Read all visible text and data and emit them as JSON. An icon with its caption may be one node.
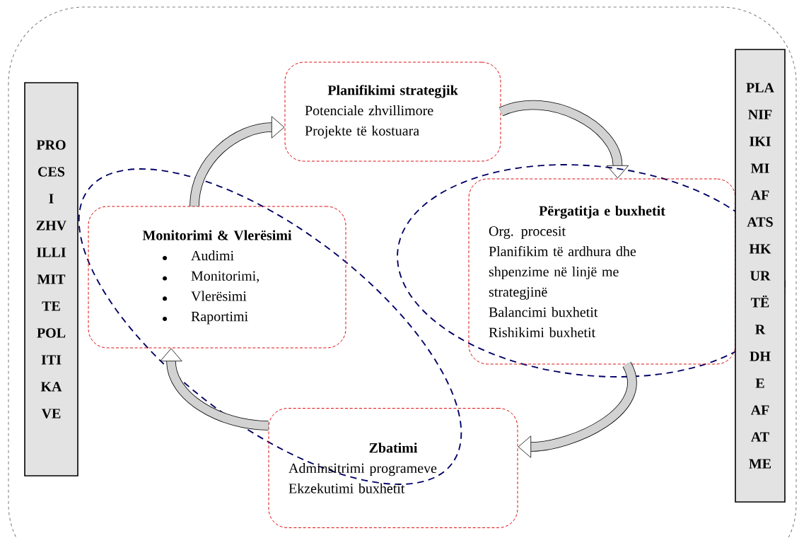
{
  "diagram": {
    "nodes": [
      {
        "text": [
          "Planifikimi strategjik",
          "Potenciale zhvillimore",
          "Projekte të kostuara"
        ]
      },
      {
        "text": [
          "Përgatitja e buxhetit",
          "Org. procesit",
          "Planifikim të ardhura dhe shpenzime në linjë me strategjinë",
          "Balancimi buxhetit",
          "Rishikimi buxhetit"
        ]
      },
      {
        "text": [
          "Zbatimi",
          "Adminsitrimi programeve",
          "Ekzekutimi buxhetit"
        ]
      },
      {
        "text": [
          "Monitorimi & Vlerësimi",
          "Audimi",
          "Monitorimi,",
          "Vlerësimi",
          "Raportimi"
        ]
      },
      {
        "text": [
          "PRO CES I ZHV ILLI MIT TE POL ITI KA VE"
        ]
      },
      {
        "text": [
          "PLA NIF IKI MI AF ATS HK UR TË R DH E AF AT ME"
        ]
      }
    ],
    "edges": [
      {
        "from": 3,
        "to": 0,
        "arrow": "to"
      },
      {
        "from": 0,
        "to": 1,
        "arrow": "to"
      },
      {
        "from": 1,
        "to": 2,
        "arrow": "to"
      },
      {
        "from": 2,
        "to": 3,
        "arrow": "to"
      }
    ]
  }
}
